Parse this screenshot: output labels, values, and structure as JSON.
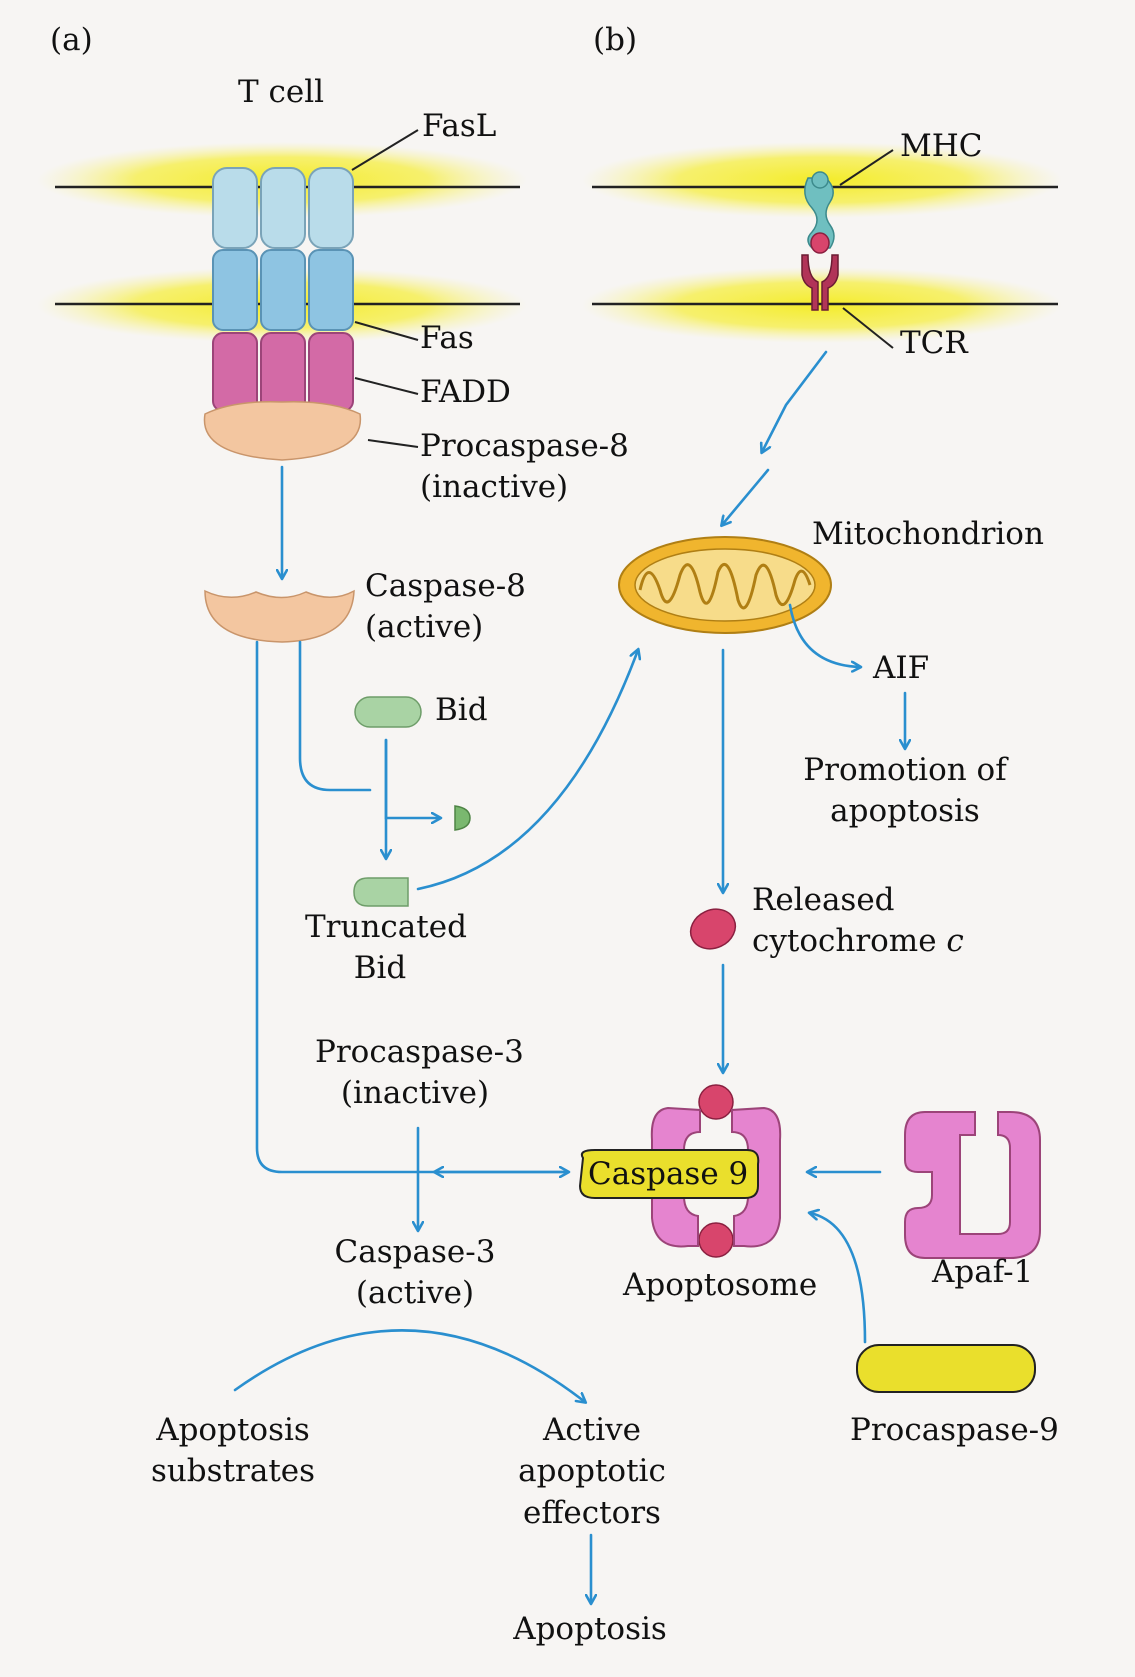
{
  "panels": {
    "a": "(a)",
    "b": "(b)"
  },
  "panel_a": {
    "t_cell": "T cell",
    "fasl": "FasL",
    "fas": "Fas",
    "fadd": "FADD",
    "procaspase8": [
      "Procaspase-8",
      "(inactive)"
    ],
    "caspase8": [
      "Caspase-8",
      "(active)"
    ],
    "bid": "Bid",
    "truncated_bid": [
      "Truncated",
      "Bid"
    ],
    "procaspase3": [
      "Procaspase-3",
      "(inactive)"
    ],
    "caspase3": [
      "Caspase-3",
      "(active)"
    ],
    "substrates": [
      "Apoptosis",
      "substrates"
    ],
    "effectors": [
      "Active",
      "apoptotic",
      "effectors"
    ],
    "apoptosis": "Apoptosis"
  },
  "panel_b": {
    "mhc": "MHC",
    "tcr": "TCR",
    "mitochondrion": "Mitochondrion",
    "aif": "AIF",
    "promotion": [
      "Promotion of",
      "apoptosis"
    ],
    "released": "Released",
    "cytochrome": "cytochrome ",
    "cytochrome_c": "c",
    "caspase9": "Caspase 9",
    "apoptosome": "Apoptosome",
    "apaf1": "Apaf-1",
    "procaspase9": "Procaspase-9"
  },
  "colors": {
    "membrane_glow": "#f2ea3c",
    "fasl": "#b9dcea",
    "fas": "#8ec4e2",
    "fadd": "#d36aa6",
    "procaspase8": "#f3c6a0",
    "bid": "#a9d3a4",
    "mitochondrion": "#f0b52e",
    "cytochrome": "#d8456c",
    "apoptosome": "#e584cf",
    "caspase9": "#eadf2c",
    "arrow": "#2a8fcf"
  }
}
